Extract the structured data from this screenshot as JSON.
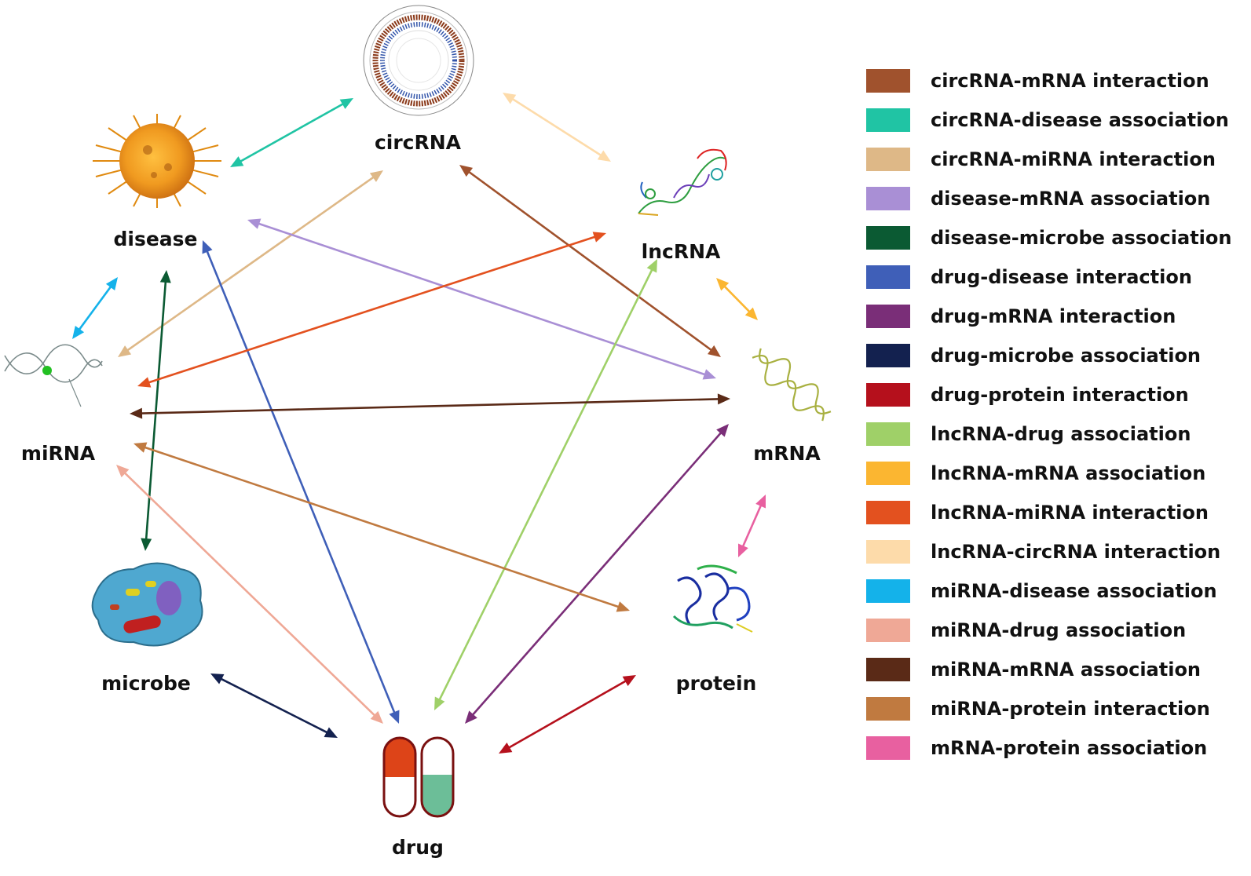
{
  "nodes": {
    "circRNA": "circRNA",
    "lncRNA": "lncRNA",
    "disease": "disease",
    "miRNA": "miRNA",
    "mRNA": "mRNA",
    "microbe": "microbe",
    "protein": "protein",
    "drug": "drug"
  },
  "legend": [
    {
      "label": "circRNA-mRNA interaction",
      "color": "#A0522D"
    },
    {
      "label": "circRNA-disease association",
      "color": "#20C4A4"
    },
    {
      "label": "circRNA-miRNA interaction",
      "color": "#DEB887"
    },
    {
      "label": "disease-mRNA association",
      "color": "#A98FD5"
    },
    {
      "label": "disease-microbe association",
      "color": "#0B5A33"
    },
    {
      "label": "drug-disease interaction",
      "color": "#3F5FB8"
    },
    {
      "label": "drug-mRNA interaction",
      "color": "#7A2E78"
    },
    {
      "label": "drug-microbe association",
      "color": "#13214F"
    },
    {
      "label": "drug-protein interaction",
      "color": "#B5101C"
    },
    {
      "label": "lncRNA-drug association",
      "color": "#9FD068"
    },
    {
      "label": "lncRNA-mRNA association",
      "color": "#FBB631"
    },
    {
      "label": "lncRNA-miRNA interaction",
      "color": "#E3511F"
    },
    {
      "label": "lncRNA-circRNA interaction",
      "color": "#FDDBAA"
    },
    {
      "label": "miRNA-disease association",
      "color": "#14B2EA"
    },
    {
      "label": "miRNA-drug association",
      "color": "#EFA896"
    },
    {
      "label": "miRNA-mRNA association",
      "color": "#5A2A17"
    },
    {
      "label": "miRNA-protein interaction",
      "color": "#C07A40"
    },
    {
      "label": "mRNA-protein association",
      "color": "#E860A0"
    }
  ]
}
